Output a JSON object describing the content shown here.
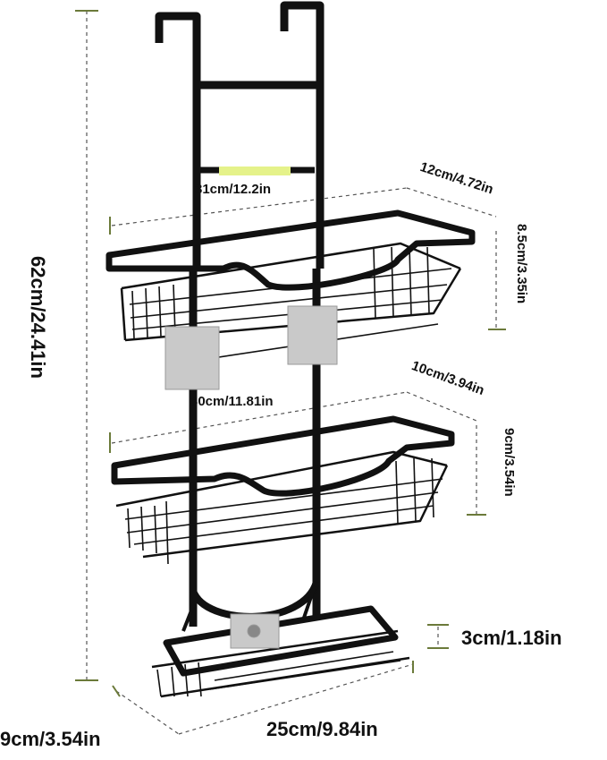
{
  "dimensions": {
    "total_height": "62cm/24.41in",
    "top_shelf_width": "31cm/12.2in",
    "top_shelf_depth": "12cm/4.72in",
    "top_shelf_height": "8.5cm/3.35in",
    "middle_shelf_width": "30cm/11.81in",
    "middle_shelf_depth": "10cm/3.94in",
    "middle_shelf_height": "9cm/3.54in",
    "bottom_basket_height": "3cm/1.18in",
    "bottom_basket_depth": "9cm/3.54in",
    "bottom_basket_width": "25cm/9.84in"
  },
  "colors": {
    "metal": "#111111",
    "dimension_line": "#6b7a3a",
    "suction_pad": "#c9c9c9",
    "label": "#111111"
  }
}
